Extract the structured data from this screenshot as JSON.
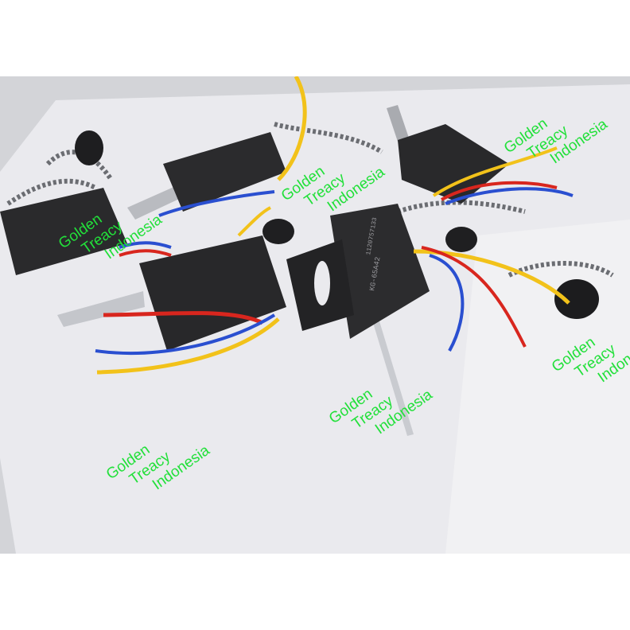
{
  "image": {
    "background": "#ffffff",
    "paper_color": "#e9e9ec",
    "table_color": "#d7d8dc",
    "switch_body_color": "#2a2a2c",
    "wire_colors": [
      "#f2c21a",
      "#d8261e",
      "#2a4fd0"
    ]
  },
  "watermark": {
    "color": "#22e03a",
    "lines": [
      "Golden",
      "Treacy",
      "Indonesia"
    ]
  },
  "printed_text": {
    "model_label": "KG-65A42",
    "serial_label": "1120757133"
  }
}
